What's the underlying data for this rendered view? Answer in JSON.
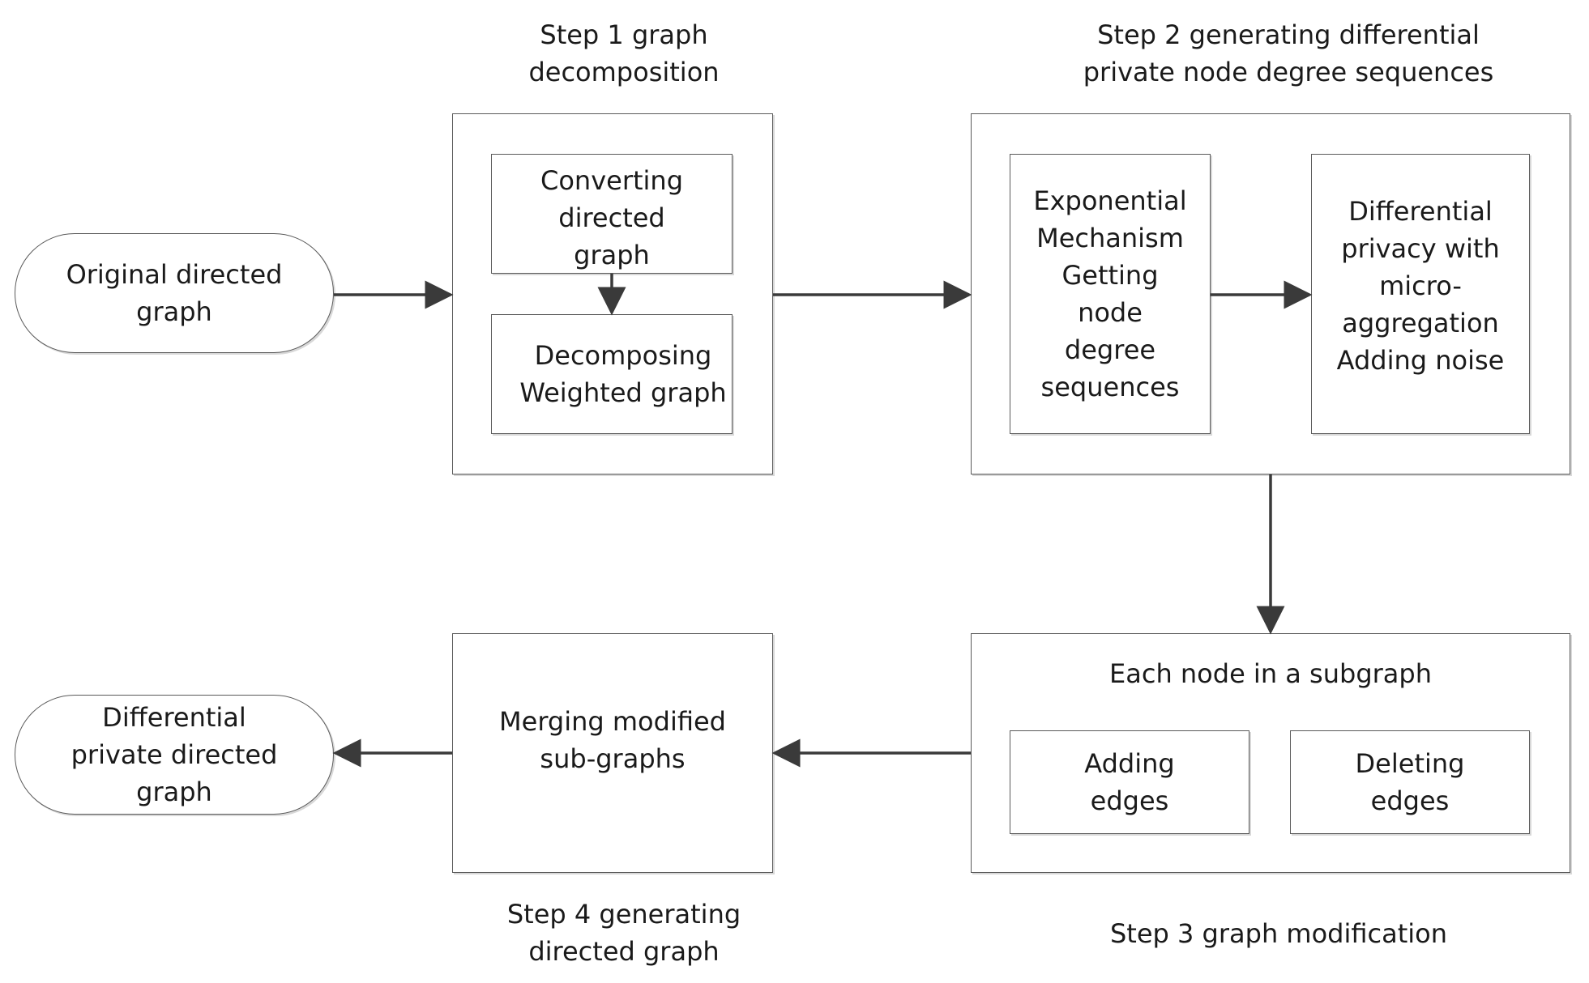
{
  "colors": {
    "stroke": "#5a5a5a",
    "arrow": "#3a3a3a",
    "text": "#1a1a1a"
  },
  "terminals": {
    "start_label": "Original directed\ngraph",
    "end_label": "Differential\nprivate directed\ngraph"
  },
  "step1": {
    "caption": "Step 1 graph\ndecomposition",
    "convert_label": "Converting\ndirected\ngraph",
    "decompose_label": "Decomposing\nWeighted graph"
  },
  "step2": {
    "caption": "Step 2 generating  differential\nprivate node degree sequences",
    "exponential_label": "Exponential\nMechanism\nGetting\nnode\ndegree\nsequences",
    "microagg_label": "Differential\nprivacy with\nmicro-\naggregation\nAdding noise"
  },
  "step3": {
    "caption": "Step 3 graph modification",
    "subgraph_label": "Each node in a subgraph",
    "adding_label": "Adding\nedges",
    "deleting_label": "Deleting\nedges"
  },
  "step4": {
    "caption": "Step 4  generating\ndirected graph",
    "merging_label": "Merging modified\nsub-graphs"
  }
}
